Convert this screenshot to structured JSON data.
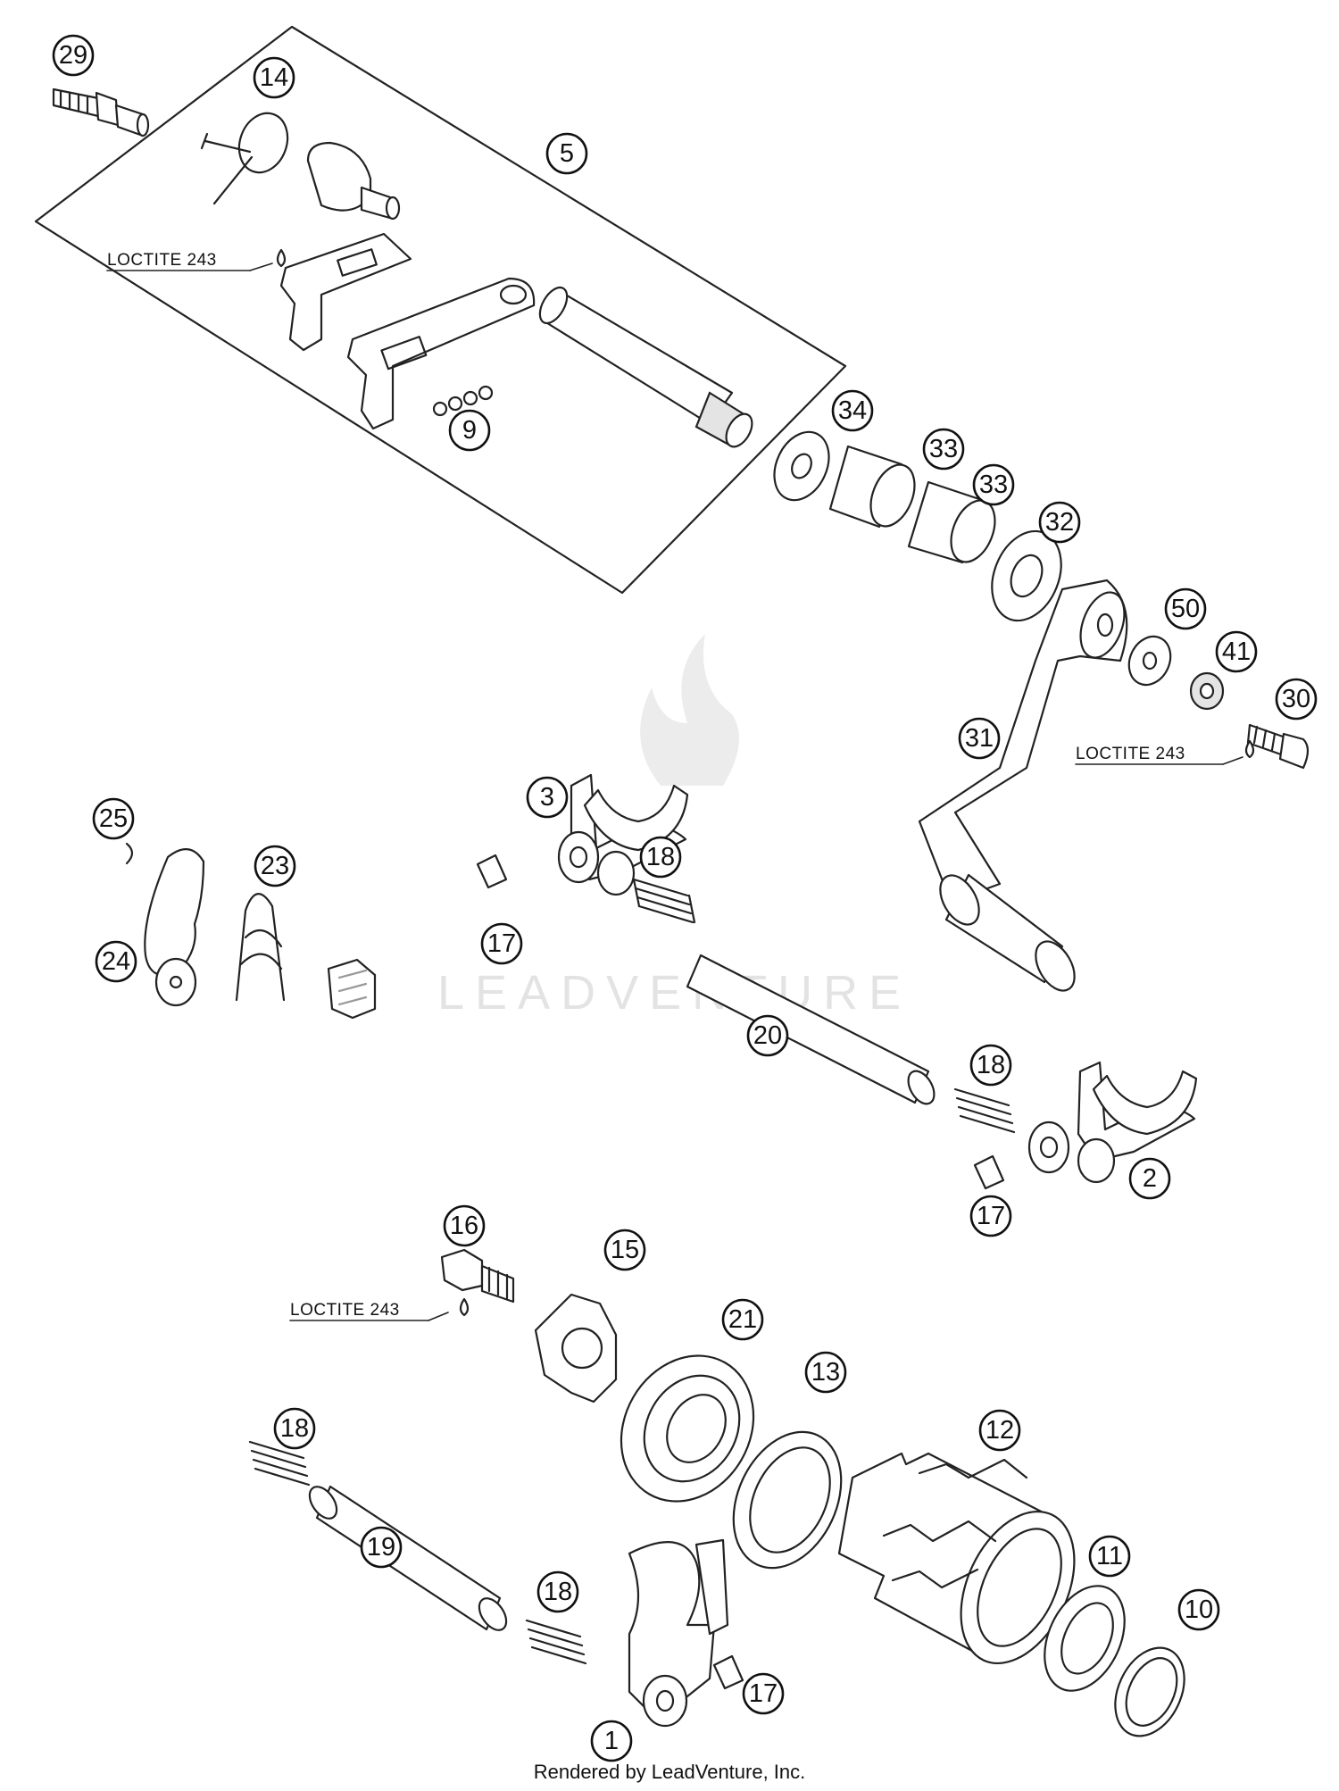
{
  "diagram": {
    "watermark": "LEADVENTURE",
    "credit": "Rendered by LeadVenture, Inc.",
    "notes": [
      "LOCTITE 243",
      "LOCTITE 243",
      "LOCTITE 243"
    ],
    "callouts": [
      "29",
      "14",
      "5",
      "9",
      "34",
      "33",
      "33",
      "32",
      "50",
      "41",
      "30",
      "31",
      "3",
      "18",
      "17",
      "25",
      "23",
      "24",
      "20",
      "18",
      "2",
      "17",
      "16",
      "15",
      "21",
      "13",
      "12",
      "18",
      "19",
      "18",
      "11",
      "10",
      "17",
      "1"
    ]
  },
  "colors": {
    "line": "#222222",
    "background": "#ffffff",
    "watermark": "#e3e3e3"
  }
}
